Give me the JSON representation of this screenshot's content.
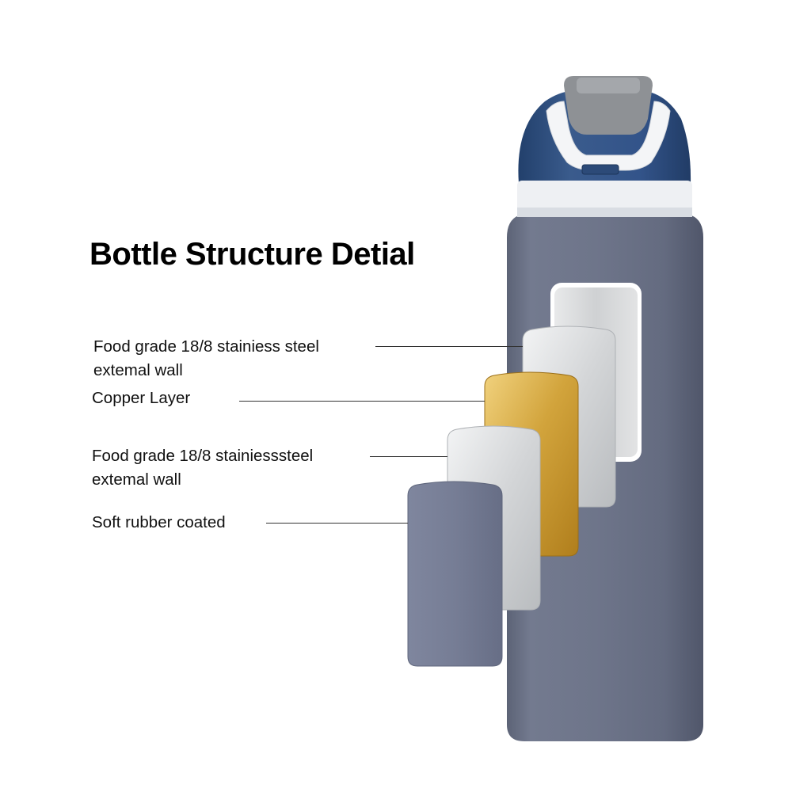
{
  "title": "Bottle Structure Detial",
  "layers": [
    {
      "lines": [
        "Food grade 18/8 stainiess steel",
        "extemal wall"
      ],
      "material": "stainless steel"
    },
    {
      "lines": [
        "Copper Layer"
      ],
      "material": "copper"
    },
    {
      "lines": [
        "Food grade 18/8 stainiesssteel",
        "extemal wall"
      ],
      "material": "stainless steel"
    },
    {
      "lines": [
        "Soft rubber coated"
      ],
      "material": "rubber"
    }
  ],
  "colors": {
    "bottle_body": "#6d7489",
    "lid_blue": "#2f4f7d",
    "lid_white": "#f2f4f7",
    "cap_gray": "#8f9296",
    "steel": "#d6d8da",
    "copper": "#c99a2e",
    "rubber": "#79809a"
  }
}
